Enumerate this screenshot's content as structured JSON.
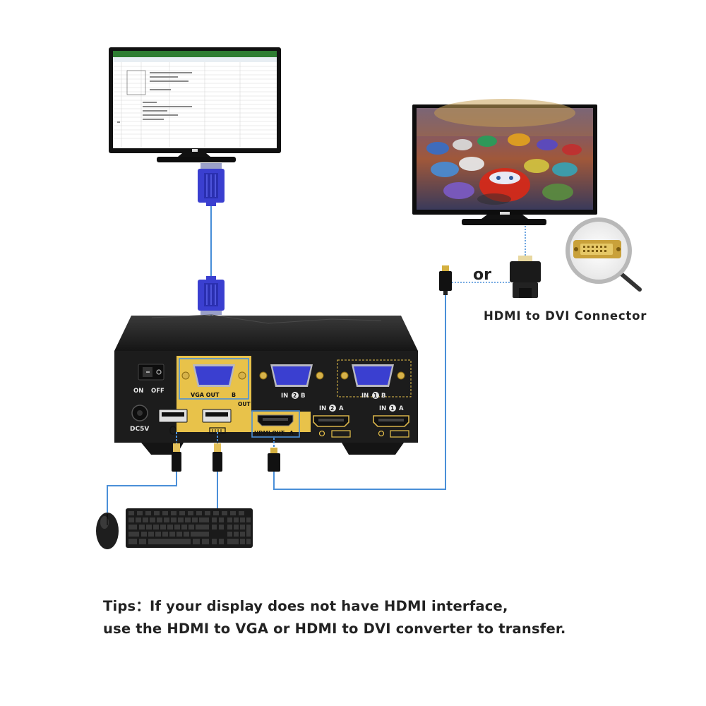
{
  "ports": {
    "vga_out": "VGA OUT",
    "vga_in2": "IN",
    "vga_in1": "IN",
    "hdmi_out": "HDMI OUT",
    "hdmi_in2": "IN",
    "hdmi_in1": "IN",
    "out_tag": "OUT",
    "power_on": "ON",
    "power_off": "OFF",
    "dc": "DC5V",
    "num_1": "1",
    "num_2": "2",
    "letter_a": "A",
    "letter_b": "B"
  },
  "or_label": "or",
  "dvi_caption": "HDMI to DVI Connector",
  "tips": {
    "line1": "Tips：If your display does not have HDMI interface,",
    "line2": "use the HDMI to VGA or HDMI to DVI converter to transfer."
  },
  "colors": {
    "cable": "#4a8fd8",
    "kvm_body": "#1c1c1c",
    "gold": "#e8c24a",
    "vga_connector": "#3a3fd0"
  }
}
